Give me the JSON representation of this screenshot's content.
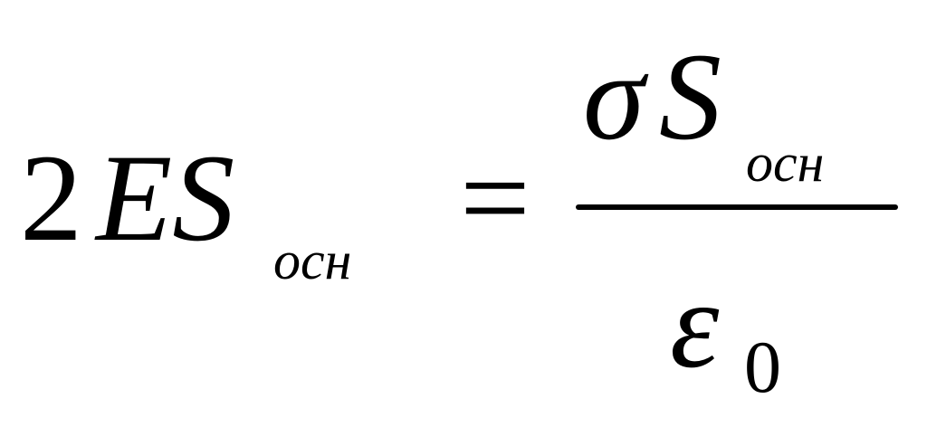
{
  "formula": {
    "lhs": {
      "coefficient": "2",
      "variable": "ES",
      "subscript": "осн"
    },
    "operator": "=",
    "rhs": {
      "numerator": {
        "symbol": "σ",
        "variable": "S",
        "subscript": "осн"
      },
      "denominator": {
        "symbol": "ε",
        "subscript": "0"
      }
    }
  }
}
